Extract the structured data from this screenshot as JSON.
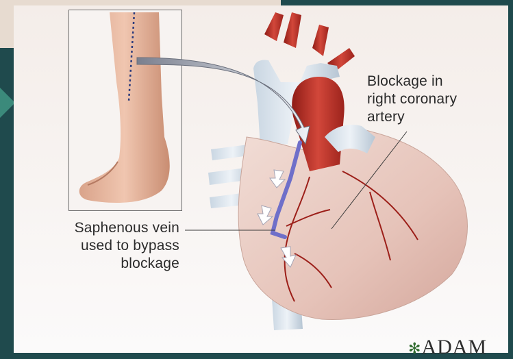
{
  "diagram": {
    "labels": {
      "blockage_line1": "Blockage in",
      "blockage_line2": "right coronary",
      "blockage_line3": "artery",
      "saphenous_line1": "Saphenous vein",
      "saphenous_line2": "used to bypass",
      "saphenous_line3": "blockage"
    },
    "logo": {
      "text": "ADAM",
      "icon": "palm-tree-icon"
    },
    "colors": {
      "background": "#1f4a4d",
      "accent_arrow": "#3b8a7b",
      "vein_graft": "#6f6fc9",
      "artery_red": "#b52a22",
      "heart_tissue": "#e8c9c1"
    }
  }
}
